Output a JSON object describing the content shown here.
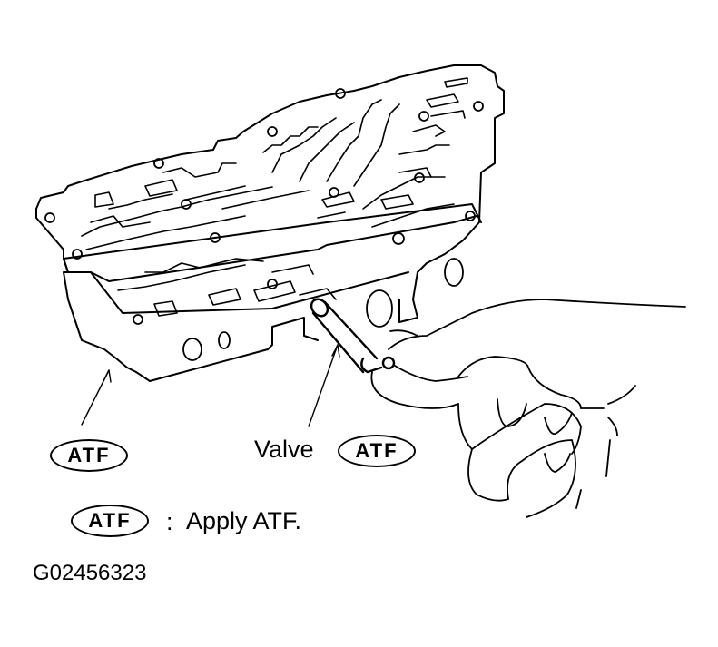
{
  "figure": {
    "callouts": {
      "body_atf": "ATF",
      "valve_label": "Valve",
      "valve_atf": "ATF"
    },
    "legend": {
      "symbol": "ATF",
      "separator": ":",
      "text": "Apply ATF."
    },
    "figure_code": "G02456323",
    "colors": {
      "line": "#000000",
      "background": "#ffffff"
    }
  }
}
